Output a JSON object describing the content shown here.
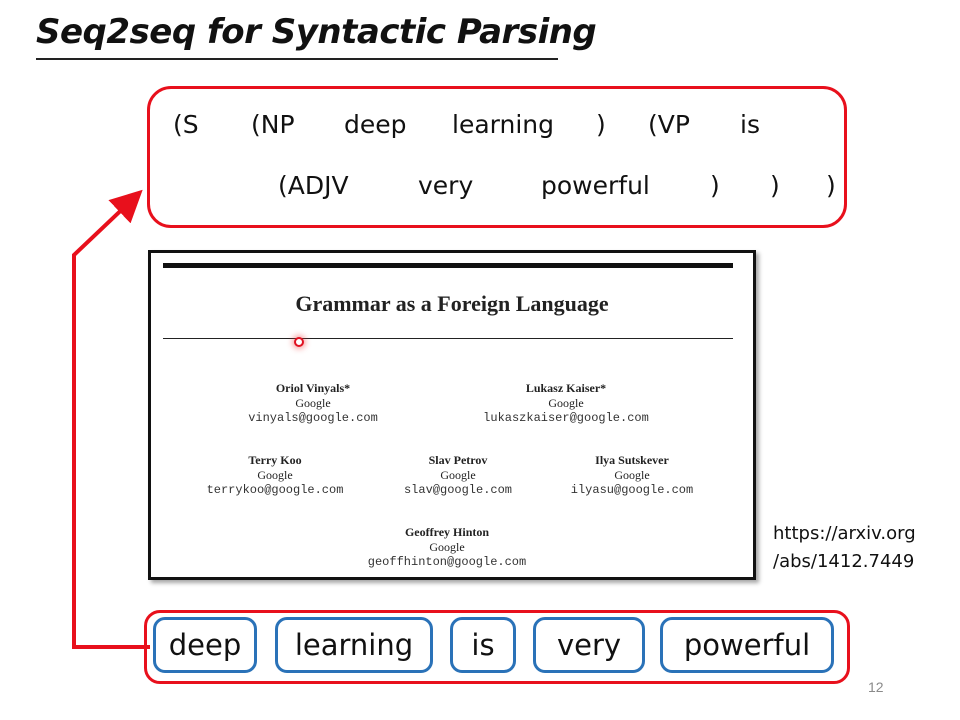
{
  "slide": {
    "title": "Seq2seq for Syntactic Parsing",
    "page_number": "12"
  },
  "parse_tree": {
    "line1": [
      "(S",
      "(NP",
      "deep",
      "learning",
      ")",
      "(VP",
      "is"
    ],
    "line2": [
      "(ADJV",
      "very",
      "powerful",
      ")",
      ")",
      ")"
    ]
  },
  "paper": {
    "title": "Grammar as a Foreign Language",
    "authors": [
      {
        "name": "Oriol Vinyals*",
        "affiliation": "Google",
        "email": "vinyals@google.com"
      },
      {
        "name": "Lukasz Kaiser*",
        "affiliation": "Google",
        "email": "lukaszkaiser@google.com"
      },
      {
        "name": "Terry Koo",
        "affiliation": "Google",
        "email": "terrykoo@google.com"
      },
      {
        "name": "Slav Petrov",
        "affiliation": "Google",
        "email": "slav@google.com"
      },
      {
        "name": "Ilya Sutskever",
        "affiliation": "Google",
        "email": "ilyasu@google.com"
      },
      {
        "name": "Geoffrey Hinton",
        "affiliation": "Google",
        "email": "geoffhinton@google.com"
      }
    ]
  },
  "reference": {
    "line1": "https://arxiv.org",
    "line2": "/abs/1412.7449"
  },
  "input_words": [
    "deep",
    "learning",
    "is",
    "very",
    "powerful"
  ],
  "colors": {
    "accent_red": "#e8101c",
    "word_border_blue": "#2a72b8"
  }
}
